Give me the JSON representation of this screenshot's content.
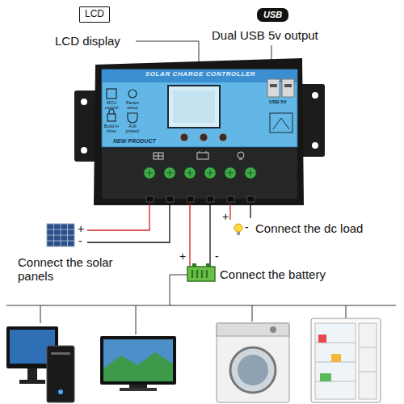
{
  "diagram": {
    "nodes": [
      {
        "text": [
          "LCD"
        ]
      },
      {
        "text": [
          "USB"
        ]
      },
      {
        "text": [
          "SOLAR CHARGE CONTROLLER"
        ]
      }
    ],
    "labels": [
      "LCD display",
      "Dual USB 5v output",
      "MCU control",
      "Param setup",
      "Build-in timer",
      "Full protect",
      "NEW PRODUCT",
      "USB 5V",
      "+",
      "-",
      "Connect the dc load",
      "+",
      "-",
      "Connect the solar panels",
      "+",
      "-",
      "Connect the battery"
    ]
  }
}
